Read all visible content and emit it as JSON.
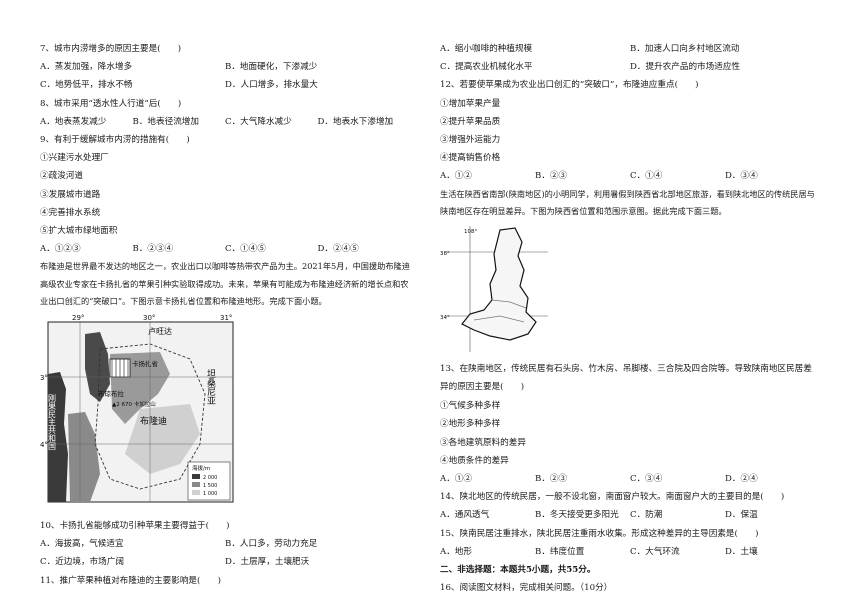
{
  "left": {
    "q7": {
      "stem": "7、城市内涝增多的原因主要是(　　)",
      "options": [
        "A．蒸发加强，降水增多",
        "B．地面硬化，下渗减少",
        "C．地势低平，排水不畅",
        "D．人口增多，排水量大"
      ]
    },
    "q8": {
      "stem": "8、城市采用“透水性人行道”后(　　)",
      "options": [
        "A．地表蒸发减少",
        "B．地表径流增加",
        "C．大气降水减少",
        "D．地表水下渗增加"
      ]
    },
    "q9": {
      "stem": "9、有利于缓解城市内涝的措施有(　　)",
      "items": [
        "①兴建污水处理厂",
        "②疏浚河道",
        "③发展城市道路",
        "④完善排水系统",
        "⑤扩大城市绿地面积"
      ],
      "options": [
        "A．①②③",
        "B．②③④",
        "C．①④⑤",
        "D．②④⑤"
      ]
    },
    "passage": "布隆迪是世界最不发达的地区之一，农业出口以咖啡等热带农产品为主。2021年5月，中国援助布隆迪高级农业专家在卡扬扎省的苹果引种实验取得成功。未来，苹果有可能成为布隆迪经济新的增长点和农业出口创汇的“突破口”。下图示意卡扬扎省位置和布隆迪地形。完成下面小题。",
    "map": {
      "lon_labels": [
        "29°",
        "30°",
        "31°"
      ],
      "lat_labels": [
        "3°",
        "4°"
      ],
      "places": [
        "卢旺达",
        "卡扬扎省",
        "布琼布拉",
        "布隆迪",
        "坦桑尼亚",
        "刚果民主共和国"
      ],
      "peak": "▲2 670 卡加拉山",
      "legend_title": "海拔/m",
      "legend_values": [
        "2 000",
        "1 500",
        "1 000"
      ]
    },
    "q10": {
      "stem": "10、卡扬扎省能够成功引种苹果主要得益于(　　)",
      "options": [
        "A．海拔高，气候适宜",
        "B．人口多，劳动力充足",
        "C．近边境，市场广阔",
        "D．土层厚，土壤肥沃"
      ]
    },
    "q11": {
      "stem": "11、推广苹果种植对布隆迪的主要影响是(　　)"
    }
  },
  "right": {
    "q11_options": [
      "A．缩小咖啡的种植规模",
      "B．加速人口向乡村地区流动",
      "C．提高农业机械化水平",
      "D．提升农产品的市场适应性"
    ],
    "q12": {
      "stem": "12、若要使苹果成为农业出口创汇的“突破口”，布隆迪应重点(　　)",
      "items": [
        "①增加苹果产量",
        "②提升苹果品质",
        "③增强外运能力",
        "④提高销售价格"
      ],
      "options": [
        "A．①②",
        "B．②③",
        "C．①④",
        "D．③④"
      ]
    },
    "passage": "生活在陕西省南部(陕南地区)的小明同学，利用暑假到陕西省北部地区旅游，看到陕北地区的传统民居与陕南地区存在明显差异。下图为陕西省位置和范围示意图。据此完成下面三题。",
    "map": {
      "lon_label": "108°",
      "lat_labels": [
        "38°",
        "34°"
      ]
    },
    "q13": {
      "stem": "13、在陕南地区，传统民居有石头房、竹木房、吊脚楼、三合院及四合院等。导致陕南地区民居差异的原因主要是(　　)",
      "items": [
        "①气候多种多样",
        "②地形多种多样",
        "③各地建筑原料的差异",
        "④地质条件的差异"
      ],
      "options": [
        "A．①②",
        "B．②③",
        "C．③④",
        "D．②④"
      ]
    },
    "q14": {
      "stem": "14、陕北地区的传统民居，一般不设北窗，南面窗户较大。南面窗户大的主要目的是(　　)",
      "options": [
        "A．通风透气",
        "B．冬天接受更多阳光",
        "C．防潮",
        "D．保温"
      ]
    },
    "q15": {
      "stem": "15、陕南民居注重排水，陕北民居注重雨水收集。形成这种差异的主导因素是(　　)",
      "options": [
        "A．地形",
        "B．纬度位置",
        "C．大气环流",
        "D．土壤"
      ]
    },
    "section2": "二、非选择题：本题共5小题，共55分。",
    "q16": "16、阅读图文材料，完成相关问题。（10分）"
  }
}
